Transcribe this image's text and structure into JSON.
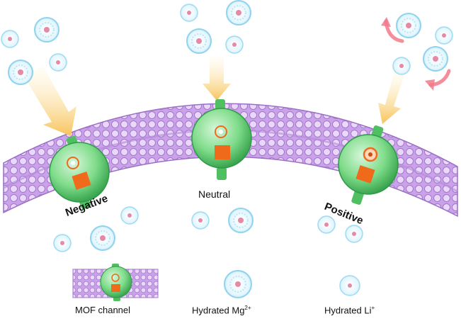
{
  "labels": {
    "negative": "Negative",
    "neutral": "Neutral",
    "positive": "Positive"
  },
  "legend": {
    "mof_channel": "MOF channel",
    "hydrated_mg": "Hydrated Mg",
    "hydrated_mg_charge": "2+",
    "hydrated_li": "Hydrated Li",
    "hydrated_li_charge": "+"
  },
  "colors": {
    "membrane": "#c79be3",
    "membrane_bead": "#b98ad9",
    "channel": "#6fd27a",
    "channel_dark": "#2e9a45",
    "cargo": "#f06a1c",
    "arrow": "#f7c75c",
    "mg_ion": "#7fd0ef",
    "li_ion": "#9fe0f5",
    "rejection_arrow": "#f27a8c"
  },
  "icons": {
    "mof_channel": "mof-channel-icon",
    "mg_ion": "hydrated-mg-icon",
    "li_ion": "hydrated-li-icon"
  }
}
